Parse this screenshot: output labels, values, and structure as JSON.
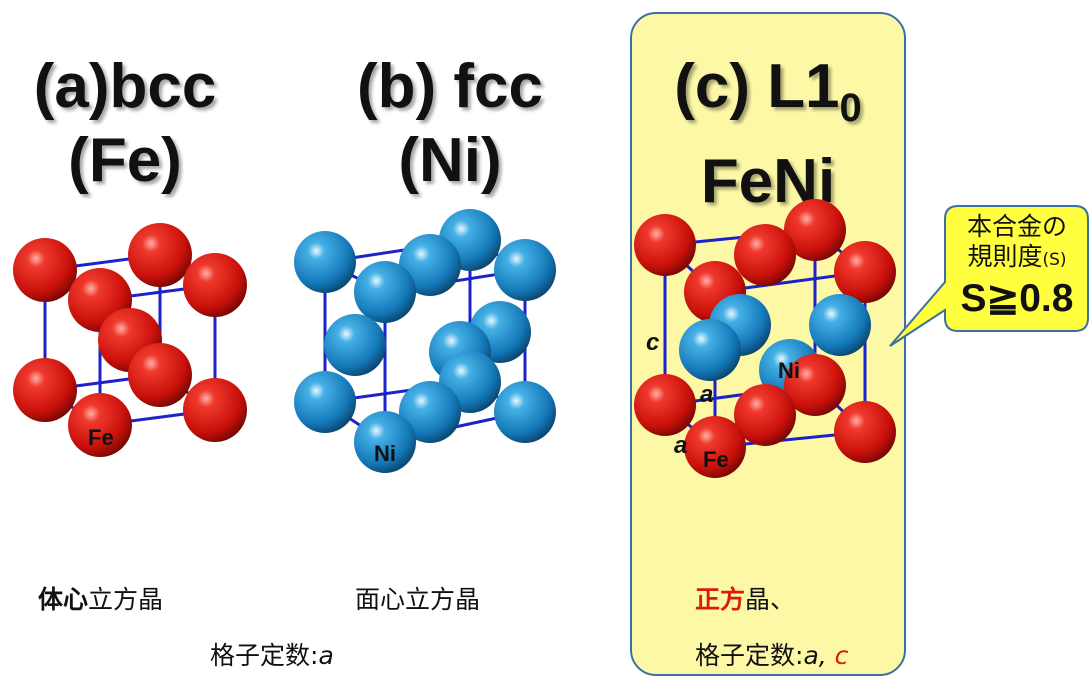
{
  "panels": [
    {
      "label": "(a)bcc",
      "element": "(Fe)"
    },
    {
      "label": "(b) fcc",
      "element": "(Ni)"
    },
    {
      "label_main": "(c) L1",
      "label_sub": "0",
      "element": "FeNi"
    }
  ],
  "atom_labels": {
    "fe_a": "Fe",
    "ni_b": "Ni",
    "ni_c": "Ni",
    "fe_c": "Fe"
  },
  "axis_labels": {
    "c": "c",
    "a1": "a",
    "a2": "a"
  },
  "captions": {
    "a_bold": "体心",
    "a_rest": "立方晶",
    "b": "面心立方晶",
    "lattice_prefix": "格子定数:",
    "lattice_a": "a",
    "c_red": "正方",
    "c_rest": "晶、",
    "c_lattice_prefix": "格子定数:",
    "c_lattice_a": "a, ",
    "c_lattice_c": "c"
  },
  "callout": {
    "line1": "本合金の",
    "line2_main": "規則度",
    "line2_sub": "(S)",
    "value": "S≧0.8"
  },
  "colors": {
    "fe": "#d9140c",
    "ni": "#1e88c8",
    "edge": "#1b22c9",
    "panel": "#fdf8a6",
    "callout": "#ffff40",
    "accent": "#d91c0c"
  }
}
